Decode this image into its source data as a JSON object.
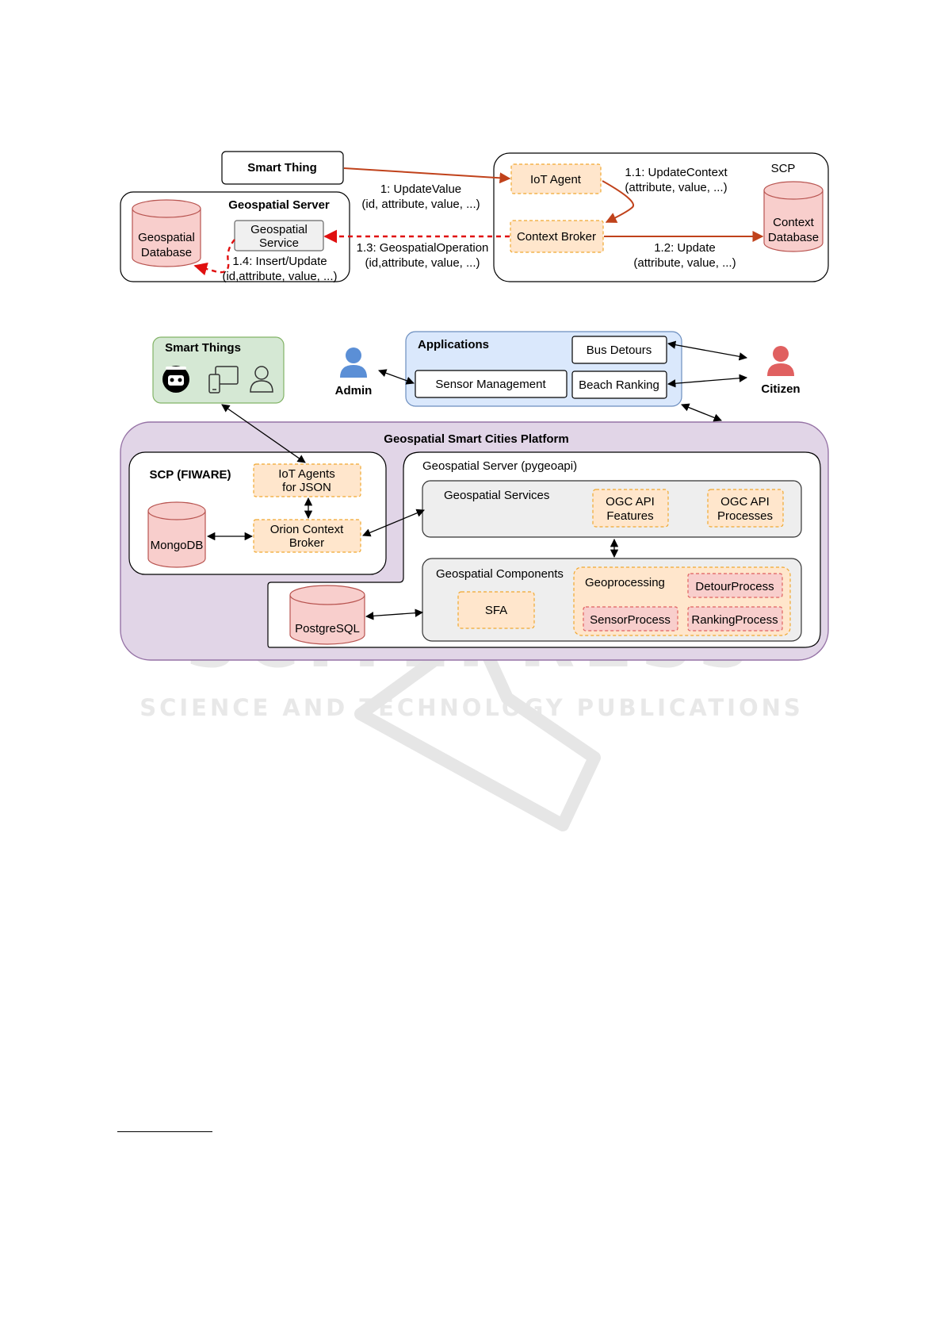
{
  "top_diagram": {
    "smart_thing": "Smart Thing",
    "geospatial_server": {
      "title": "Geospatial Server",
      "database": [
        "Geospatial",
        "Database"
      ],
      "service": [
        "Geospatial",
        "Service"
      ]
    },
    "scp": {
      "title": "SCP",
      "iot_agent": "IoT Agent",
      "context_broker": "Context Broker",
      "context_database": [
        "Context",
        "Database"
      ]
    },
    "edges": {
      "update_value": [
        "1: UpdateValue",
        "(id, attribute, value, ...)"
      ],
      "update_context": [
        "1.1: UpdateContext",
        "(attribute, value, ...)"
      ],
      "update": [
        "1.2: Update",
        "(attribute, value, ...)"
      ],
      "geospatial_operation": [
        "1.3: GeospatialOperation",
        "(id,attribute, value, ...)"
      ],
      "insert_update": [
        "1.4: Insert/Update",
        "(id,attribute, value, ...)"
      ]
    }
  },
  "bottom_diagram": {
    "smart_things": {
      "title": "Smart Things",
      "icons": [
        "robot-icon",
        "devices-icon",
        "user-outline-icon"
      ]
    },
    "admin": "Admin",
    "citizen": "Citizen",
    "applications": {
      "title": "Applications",
      "sensor_management": "Sensor Management",
      "bus_detours": "Bus Detours",
      "beach_ranking": "Beach Ranking"
    },
    "platform": {
      "title": "Geospatial Smart Cities Platform",
      "scp_fiware": {
        "title": "SCP (FIWARE)",
        "iot_agents": [
          "IoT Agents",
          "for JSON"
        ],
        "orion": [
          "Orion Context",
          "Broker"
        ],
        "mongodb": "MongoDB"
      },
      "postgresql": "PostgreSQL",
      "geospatial_server": {
        "title": "Geospatial Server (pygeoapi)",
        "services": {
          "title": "Geospatial Services",
          "ogc_features": [
            "OGC API",
            "Features"
          ],
          "ogc_processes": [
            "OGC API",
            "Processes"
          ]
        },
        "components": {
          "title": "Geospatial Components",
          "sfa": "SFA",
          "geoprocessing": {
            "title": "Geoprocessing",
            "detour": "DetourProcess",
            "sensor": "SensorProcess",
            "ranking": "RankingProcess"
          }
        }
      }
    }
  },
  "watermark": [
    "SCITEPRESS",
    "SCIENCE AND TECHNOLOGY PUBLICATIONS"
  ],
  "colors": {
    "orange_fill": "#ffe6cc",
    "orange_dash": "#f0a830",
    "red_fill": "#f8cecc",
    "red_stroke": "#b85450",
    "arrow_red": "#c0421b",
    "green_fill": "#d5e8d4",
    "green_stroke": "#82b366",
    "blue_fill": "#dae8fc",
    "blue_stroke": "#6c8ebf",
    "purple_fill": "#e1d5e7",
    "purple_stroke": "#9673a6",
    "grey_fill": "#eeeeee",
    "admin_blue": "#5b8fd6",
    "citizen_red": "#e06060"
  }
}
